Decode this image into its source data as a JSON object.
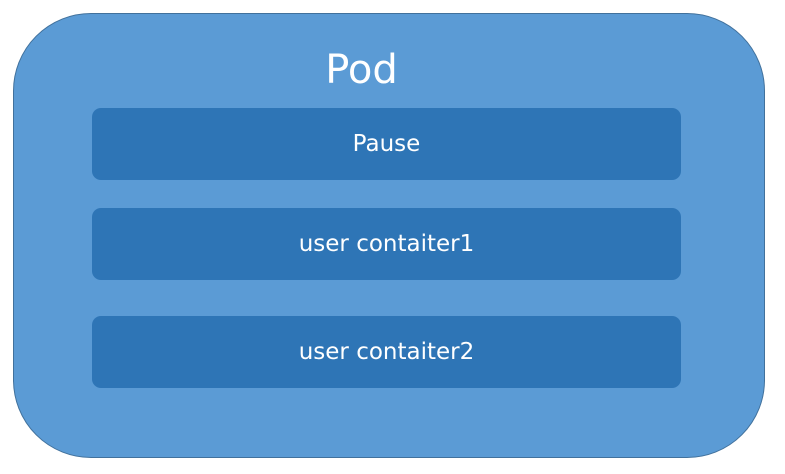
{
  "pod": {
    "title": "Pod",
    "fill_color": "#5b9bd5",
    "border_color": "#41719c",
    "containers": [
      {
        "label": "Pause"
      },
      {
        "label": "user contaiter1"
      },
      {
        "label": "user contaiter2"
      }
    ],
    "container_color": "#2e75b6",
    "text_color": "#ffffff"
  }
}
